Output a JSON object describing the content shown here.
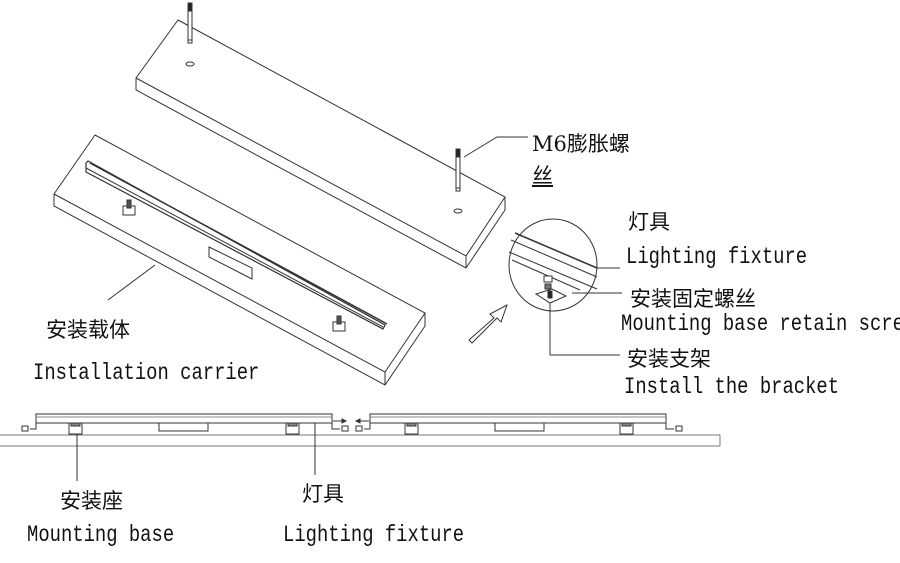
{
  "diagram": {
    "title": "LED linear light installation diagram",
    "colors": {
      "stroke": "#333333",
      "text": "#111111",
      "background": "#ffffff"
    },
    "labels": {
      "m6_anchor": {
        "cn_line1": "M6膨胀螺",
        "cn_line2": "丝"
      },
      "detail_fixture": {
        "cn": "灯具",
        "en": "Lighting fixture"
      },
      "detail_screw": {
        "cn": "安装固定螺丝",
        "en": "Mounting base retain screw"
      },
      "detail_bracket": {
        "cn": "安装支架",
        "en": "Install the bracket"
      },
      "carrier": {
        "cn": "安装载体",
        "en": "Installation carrier"
      },
      "mounting_base": {
        "cn": "安装座",
        "en": "Mounting base"
      },
      "side_fixture": {
        "cn": "灯具",
        "en": "Lighting fixture"
      }
    }
  }
}
